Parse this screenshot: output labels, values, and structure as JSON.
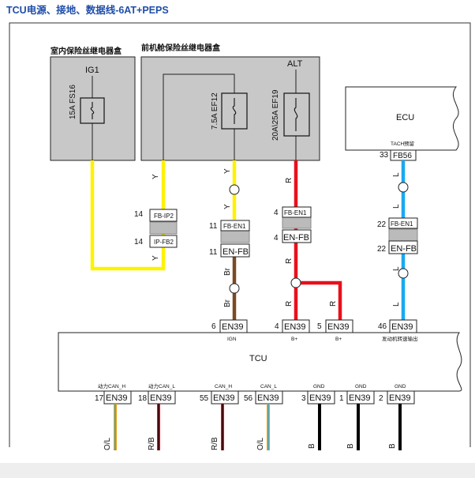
{
  "title": "TCU电源、接地、数据线-6AT+PEPS",
  "boxes": {
    "indoor_fuse_box": {
      "label": "室内保险丝继电器盒",
      "fuse_group": "IG1",
      "fuse": "15A FS16"
    },
    "front_fuse_box": {
      "label": "前机舱保险丝继电器盒",
      "alt": "ALT",
      "fuse1": "7.5A EF12",
      "fuse2": "20A\\25A EF19"
    },
    "ecu": {
      "label": "ECU",
      "tach_label": "TACH",
      "tach_note": "预留",
      "pin": "33",
      "connector": "FB56"
    },
    "tcu": {
      "label": "TCU"
    }
  },
  "wire_colors": {
    "yellow": "Y",
    "red": "R",
    "light_blue": "L",
    "brown": "Br",
    "orange_black": "O/L",
    "red_black": "R/B",
    "black": "B"
  },
  "inline_connectors": [
    {
      "pin": "14",
      "label": "FB-IP2"
    },
    {
      "pin": "14",
      "label": "IP-FB2"
    },
    {
      "pin": "11",
      "label": "FB-EN1"
    },
    {
      "pin": "11",
      "label": "EN-FB"
    },
    {
      "pin": "4",
      "label": "FB-EN1"
    },
    {
      "pin": "4",
      "label": "EN-FB"
    },
    {
      "pin": "22",
      "label": "FB-EN1"
    },
    {
      "pin": "22",
      "label": "EN-FB"
    }
  ],
  "tcu_top_pins": [
    {
      "pin": "6",
      "connector": "EN39",
      "signal": "IGN"
    },
    {
      "pin": "4",
      "connector": "EN39",
      "signal": "B+"
    },
    {
      "pin": "5",
      "connector": "EN39",
      "signal": "B+"
    },
    {
      "pin": "46",
      "connector": "EN39",
      "signal": "发动机转速输出"
    }
  ],
  "tcu_bottom_pins": [
    {
      "pin": "17",
      "connector": "EN39",
      "signal": "动力CAN_H",
      "wire": "O/L"
    },
    {
      "pin": "18",
      "connector": "EN39",
      "signal": "动力CAN_L",
      "wire": "R/B"
    },
    {
      "pin": "55",
      "connector": "EN39",
      "signal": "CAN_H",
      "wire": "R/B"
    },
    {
      "pin": "56",
      "connector": "EN39",
      "signal": "CAN_L",
      "wire": "O/L"
    },
    {
      "pin": "3",
      "connector": "EN39",
      "signal": "GND",
      "wire": "B"
    },
    {
      "pin": "1",
      "connector": "EN39",
      "signal": "GND",
      "wire": "B"
    },
    {
      "pin": "2",
      "connector": "EN39",
      "signal": "GND",
      "wire": "B"
    }
  ],
  "colors": {
    "yellow": "#fff200",
    "red": "#e8101c",
    "blue": "#1aa9f0",
    "brown": "#7a4a26",
    "black": "#000000",
    "gray_box": "#c8c8c8",
    "title_blue": "#1f4ea8"
  }
}
